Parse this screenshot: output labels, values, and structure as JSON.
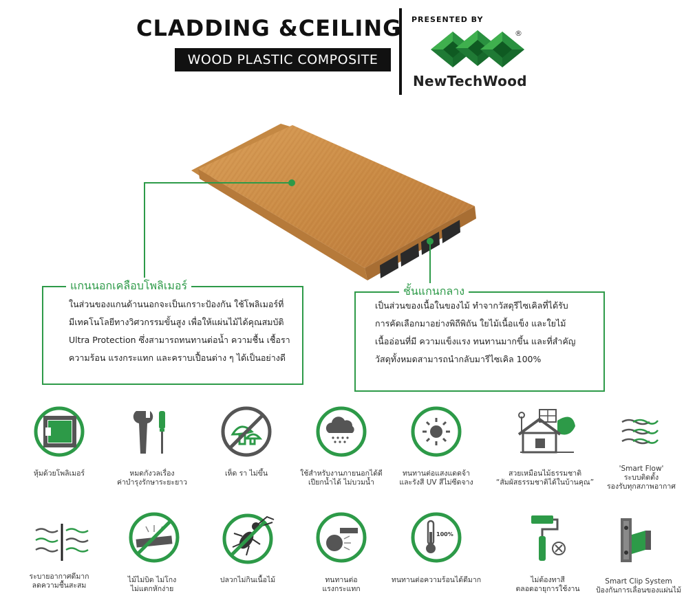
{
  "header": {
    "title": "CLADDING &CEILING",
    "subtitle": "WOOD PLASTIC COMPOSITE",
    "presented_by": "PRESENTED  BY",
    "brand": "NewTechWood",
    "registered": "®"
  },
  "callouts": {
    "outer": {
      "title": "แกนนอกเคลือบโพลิเมอร์",
      "lines": [
        "ในส่วนของแกนด้านนอกจะเป็นเกราะป้องกัน  ใช้โพลิเมอร์ที่",
        "มีเทคโนโลยีทางวิศวกรรมขั้นสูง   เพื่อให้แผ่นไม้ได้คุณสมบัติ",
        "Ultra Protection ซึ่งสามารถทนทานต่อน้ำ ความชื้น เชื้อรา",
        "ความร้อน แรงกระแทก และคราบเปื้อนต่าง ๆ ได้เป็นอย่างดี"
      ]
    },
    "core": {
      "title": "ชั้นแกนกลาง",
      "lines": [
        "เป็นส่วนของเนื้อในของไม้   ทำจากวัสดุรีไซเคิลที่ได้รับ",
        "การคัดเลือกมาอย่างพิถีพิถัน  ใยไม้เนื้อแข็ง  และใยไม้",
        "เนื้ออ่อนที่มี ความแข็งแรง ทนทานมากขึ้น และที่สำคัญ",
        "วัสดุทั้งหมดสามารถนำกลับมารีไซเคิล 100%"
      ]
    }
  },
  "features_row1": [
    {
      "icon": "polymer-wrap-icon",
      "lines": [
        "หุ้มด้วยโพลิเมอร์"
      ]
    },
    {
      "icon": "tools-icon",
      "lines": [
        "หมดกังวลเรื่อง",
        "ค่าบำรุงรักษาระยะยาว"
      ]
    },
    {
      "icon": "no-mold-icon",
      "lines": [
        "เห็ด รา ไม่ขึ้น"
      ]
    },
    {
      "icon": "rain-cloud-icon",
      "lines": [
        "ใช้สำหรับงานภายนอกได้ดี",
        "เปียกน้ำได้ ไม่บวมน้ำ"
      ]
    },
    {
      "icon": "sun-icon",
      "lines": [
        "ทนทานต่อแสงแดดจ้า",
        "และรังสี UV สีไม่ซีดจาง"
      ]
    },
    {
      "icon": "natural-house-icon",
      "lines": [
        "สวยเหมือนไม้ธรรมชาติ",
        "“สัมผัสธรรมชาติได้ในบ้านคุณ”"
      ]
    },
    {
      "icon": "smart-flow-icon",
      "lines": [
        "'Smart Flow'",
        "ระบบติดตั้ง",
        "รองรับทุกสภาพอากาศ"
      ]
    }
  ],
  "features_row2": [
    {
      "icon": "airflow-icon",
      "lines": [
        "ระบายอากาศดีมาก",
        "ลดความชื้นสะสม"
      ]
    },
    {
      "icon": "no-warp-icon",
      "lines": [
        "ไม้ไม่บิด ไม่โกง",
        "ไม่แตกหักง่าย"
      ]
    },
    {
      "icon": "no-termite-icon",
      "lines": [
        "ปลวกไม่กินเนื้อไม้"
      ]
    },
    {
      "icon": "impact-icon",
      "lines": [
        "ทนทานต่อ",
        "แรงกระแทก"
      ]
    },
    {
      "icon": "thermometer-icon",
      "lines": [
        "ทนทานต่อความร้อนได้ดีมาก"
      ],
      "badge": "100%"
    },
    {
      "icon": "paint-roller-icon",
      "lines": [
        "ไม่ต้องทาสี",
        "ตลอดอายุการใช้งาน"
      ]
    },
    {
      "icon": "clip-system-icon",
      "lines": [
        "Smart Clip System",
        "ป้องกันการเลื่อนของแผ่นไม้"
      ]
    }
  ],
  "colors": {
    "accent_green": "#2d9a48",
    "dark_grey": "#555555",
    "wood": "#c88b45"
  }
}
